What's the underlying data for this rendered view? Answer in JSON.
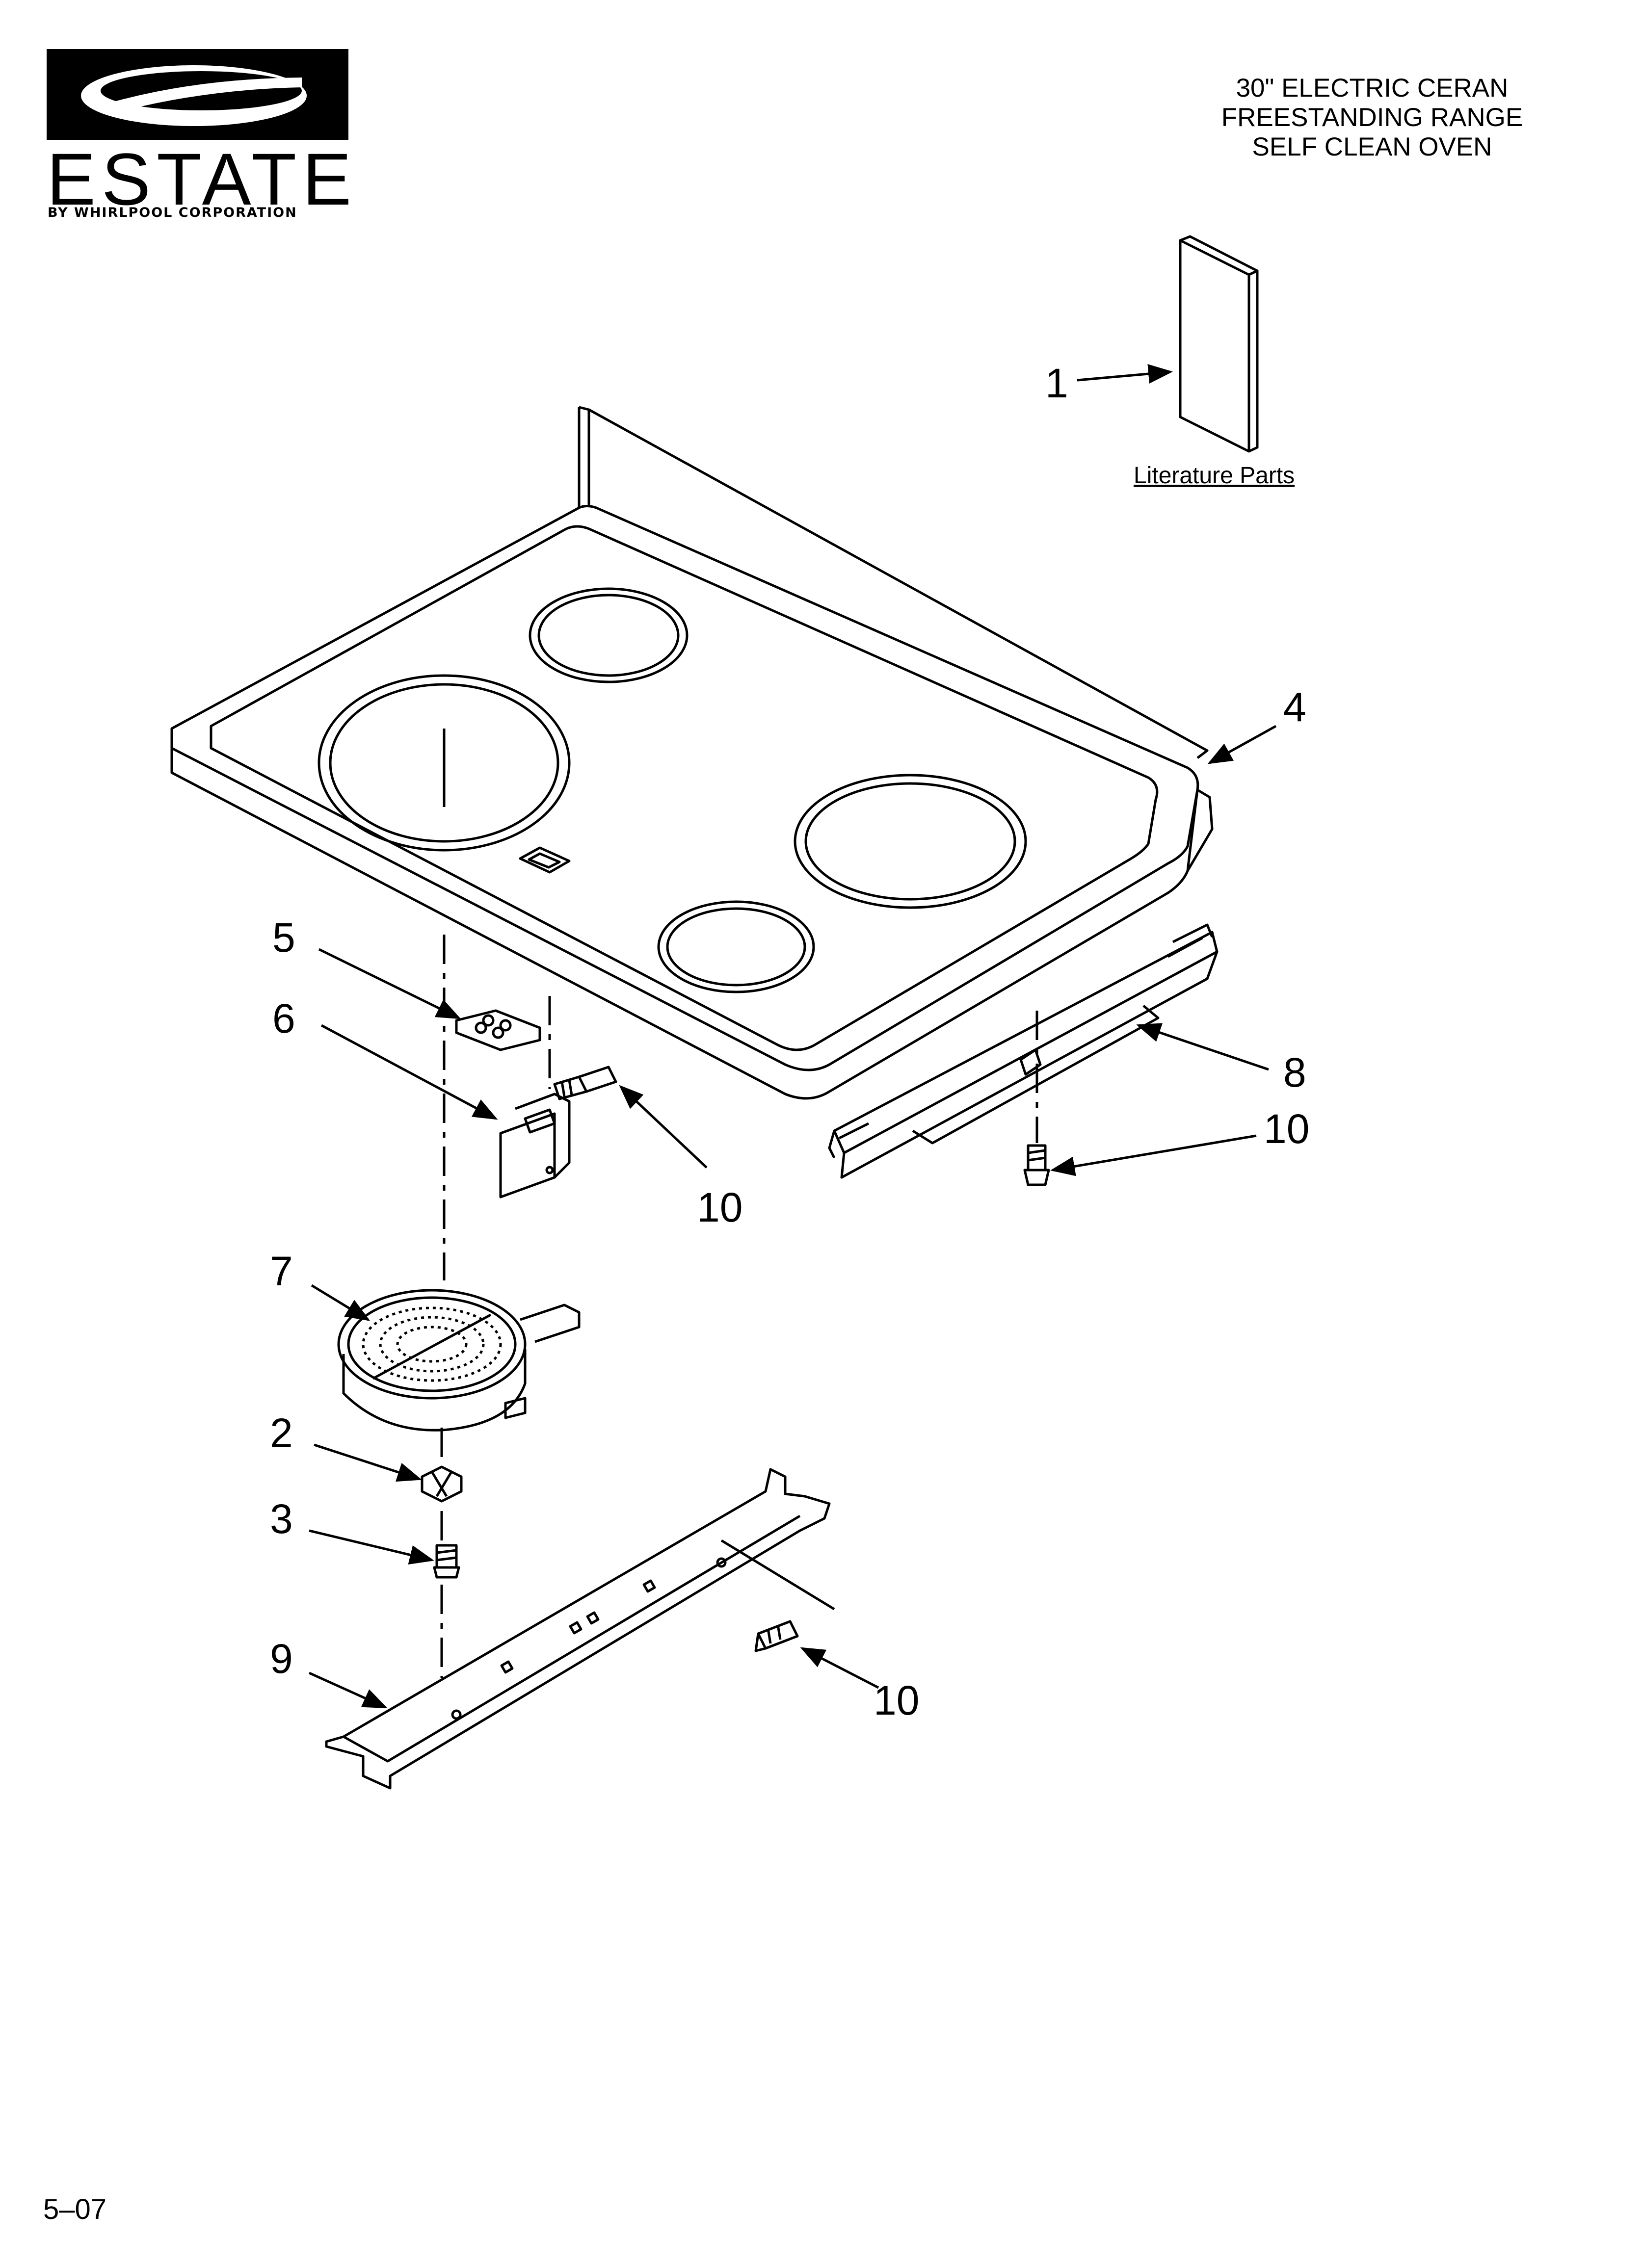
{
  "brand": {
    "name": "ESTATE",
    "tagline": "BY WHIRLPOOL CORPORATION"
  },
  "header": {
    "line1": "30\" ELECTRIC CERAN",
    "line2": "FREESTANDING RANGE",
    "line3": "SELF CLEAN OVEN"
  },
  "footer": {
    "code": "5–07"
  },
  "literature": {
    "label": "Literature Parts"
  },
  "callouts": {
    "c1": "1",
    "c2": "2",
    "c3": "3",
    "c4": "4",
    "c5": "5",
    "c6": "6",
    "c7": "7",
    "c8": "8",
    "c9": "9",
    "c10a": "10",
    "c10b": "10",
    "c10c": "10"
  }
}
